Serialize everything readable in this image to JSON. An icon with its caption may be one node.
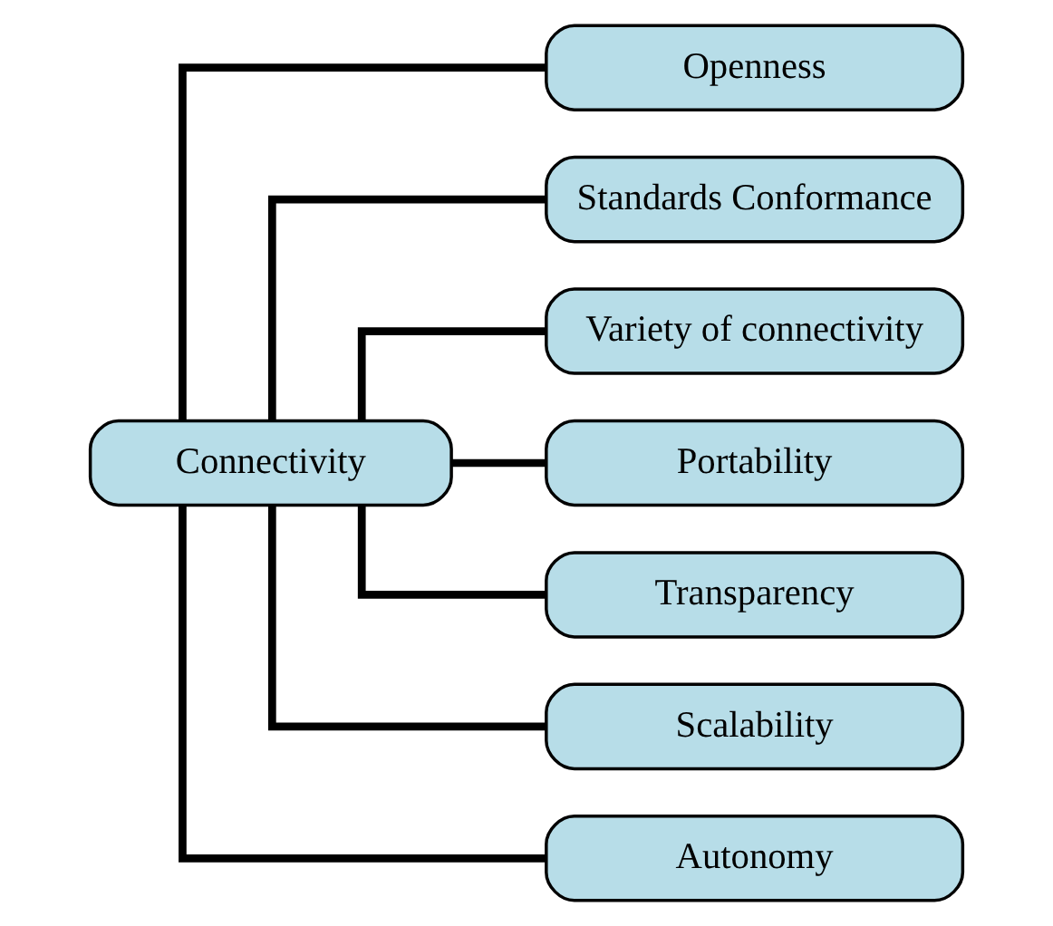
{
  "diagram": {
    "nodes": [
      {
        "text": [
          "Connectivity"
        ]
      },
      {
        "text": [
          "Openness"
        ]
      },
      {
        "text": [
          "Standards Conformance"
        ]
      },
      {
        "text": [
          "Variety of connectivity"
        ]
      },
      {
        "text": [
          "Portability"
        ]
      },
      {
        "text": [
          "Transparency"
        ]
      },
      {
        "text": [
          "Scalability"
        ]
      },
      {
        "text": [
          "Autonomy"
        ]
      }
    ],
    "edges": [
      {
        "from": 0,
        "to": 1,
        "arrow": "none"
      },
      {
        "from": 0,
        "to": 2,
        "arrow": "none"
      },
      {
        "from": 0,
        "to": 3,
        "arrow": "none"
      },
      {
        "from": 0,
        "to": 4,
        "arrow": "none"
      },
      {
        "from": 0,
        "to": 5,
        "arrow": "none"
      },
      {
        "from": 0,
        "to": 6,
        "arrow": "none"
      },
      {
        "from": 0,
        "to": 7,
        "arrow": "none"
      }
    ]
  }
}
